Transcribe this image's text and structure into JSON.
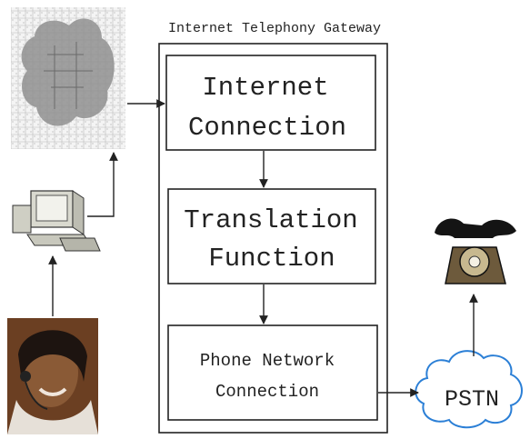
{
  "gateway": {
    "title": "Internet Telephony Gateway",
    "box1": {
      "line1": "Internet",
      "line2": "Connection"
    },
    "box2": {
      "line1": "Translation",
      "line2": "Function"
    },
    "box3": {
      "line1": "Phone Network",
      "line2": "Connection"
    }
  },
  "pstn": {
    "label": "PSTN"
  },
  "icons": {
    "internet_cloud": "internet-map-cloud-icon",
    "computer": "computer-icon",
    "person": "call-center-agent-photo-icon",
    "telephone": "rotary-telephone-icon"
  },
  "colors": {
    "ink": "#222222",
    "pstn_cloud_stroke": "#2b7fd6"
  }
}
